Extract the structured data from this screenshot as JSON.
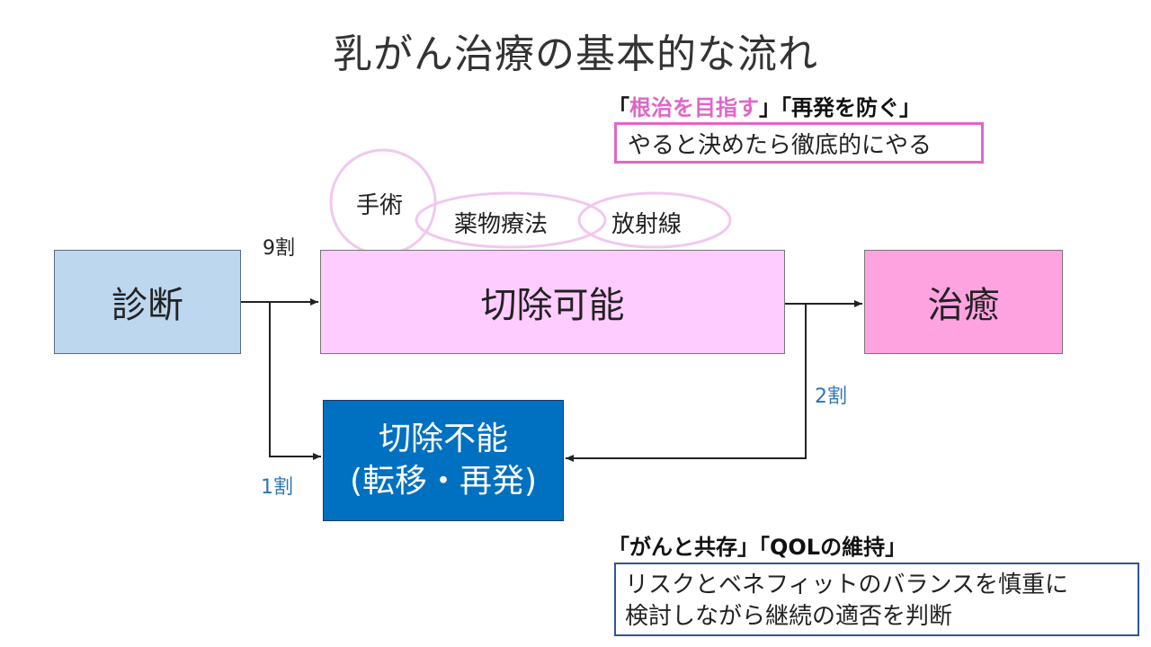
{
  "title": "乳がん治療の基本的な流れ",
  "top_note": {
    "open1": "「",
    "term1": "根治を目指す",
    "close1": "」",
    "open2": "「",
    "term2": "再発を防ぐ",
    "close2": "」",
    "description": "やると決めたら徹底的にやる",
    "accent_color": "#e066c8"
  },
  "bubbles": {
    "surgery": "手術",
    "drug": "薬物療法",
    "radiation": "放射線"
  },
  "boxes": {
    "diagnosis": "診断",
    "resectable": "切除可能",
    "cure": "治癒",
    "unresectable_line1": "切除不能",
    "unresectable_line2": "(転移・再発)"
  },
  "percentages": {
    "resectable": "9割",
    "unresectable": "1割",
    "recurrence": "2割"
  },
  "bottom_note": {
    "open1": "「",
    "term1": "がんと共存",
    "close1": "」",
    "open2": "「",
    "term2": "QOLの維持",
    "close2": "」",
    "line1": "リスクとベネフィットのバランスを慎重に",
    "line2": "検討しながら継続の適否を判断",
    "accent_color": "#2f5597"
  },
  "colors": {
    "diagnosis_fill": "#bdd7ee",
    "resectable_fill": "#ffccff",
    "cure_fill": "#ffa3e0",
    "unresectable_fill": "#0070c0",
    "bubble_stroke": "#f0c8ef"
  }
}
